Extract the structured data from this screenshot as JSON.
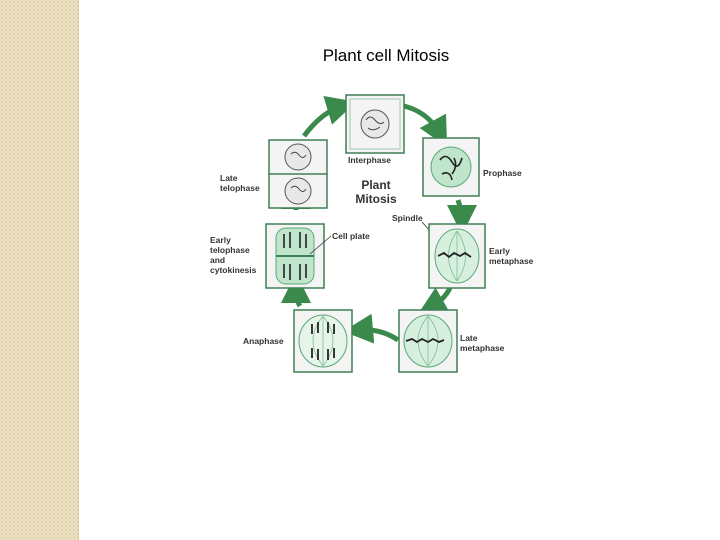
{
  "slide": {
    "title": "Plant cell Mitosis"
  },
  "diagram": {
    "center_label_line1": "Plant",
    "center_label_line2": "Mitosis",
    "stages": {
      "interphase": "Interphase",
      "prophase": "Prophase",
      "early_metaphase_line1": "Early",
      "early_metaphase_line2": "metaphase",
      "late_metaphase_line1": "Late",
      "late_metaphase_line2": "metaphase",
      "anaphase": "Anaphase",
      "early_telophase_line1": "Early",
      "early_telophase_line2": "telophase",
      "early_telophase_line3": "and",
      "early_telophase_line4": "cytokinesis",
      "late_telophase_line1": "Late",
      "late_telophase_line2": "telophase"
    },
    "callouts": {
      "spindle": "Spindle",
      "cell_plate": "Cell plate"
    },
    "colors": {
      "panel_border": "#3f7f55",
      "arrow": "#3a8a4c",
      "cell_green": "#7fc79a",
      "label": "#333333"
    }
  }
}
